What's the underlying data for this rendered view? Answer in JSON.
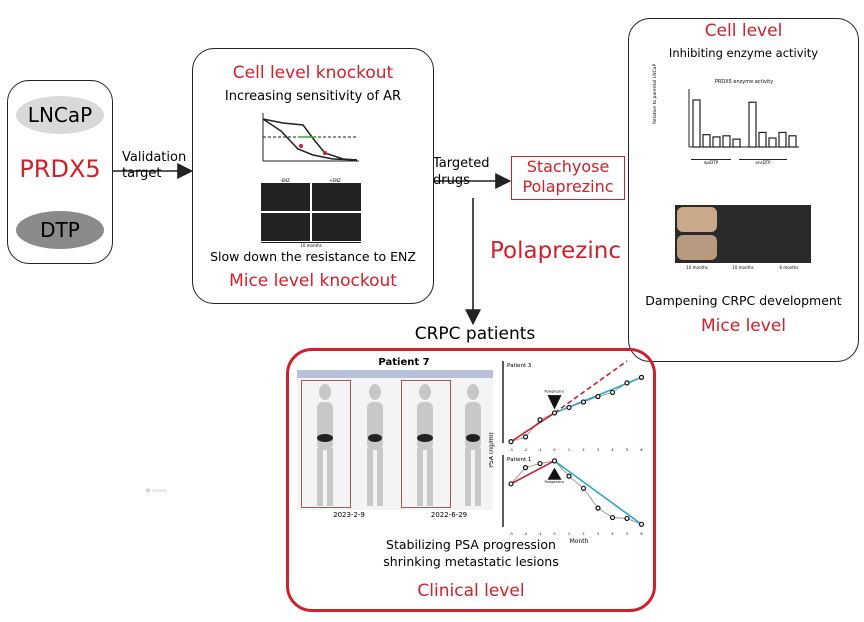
{
  "left": {
    "top_cell": "LNCaP",
    "gene": "PRDX5",
    "bottom_cell": "DTP"
  },
  "arrow1_label": "Validation\ntarget",
  "middle": {
    "title_top": "Cell level knockout",
    "subtitle_top": "Increasing sensitivity of AR",
    "subtitle_bottom": "Slow down the resistance to ENZ",
    "title_bottom": "Mice level knockout",
    "panel_labels": [
      "-ENZ",
      "+ENZ"
    ],
    "panel_footer": "10 months"
  },
  "arrow2_label": "Targeted\ndrugs",
  "drug_box": {
    "line1": "Stachyose",
    "line2": "Polaprezinc"
  },
  "drug_main": "Polaprezinc",
  "crpc_label": "CRPC patients",
  "right": {
    "title_top": "Cell level",
    "subtitle_top": "Inhibiting enzyme activity",
    "chart_title": "PRDX5 enzyme activity",
    "chart_ylabel": "Relative to parental LNCaP",
    "group_labels": [
      "epiDTP",
      "ensDTP"
    ],
    "bar_values": [
      4.2,
      1.1,
      0.9,
      1.0,
      0.7,
      4.0,
      1.3,
      0.8,
      1.3,
      1.0
    ],
    "mouse_labels": [
      "10 months",
      "10 months",
      "6 months"
    ],
    "subtitle_bottom": "Dampening CRPC development",
    "title_bottom": "Mice level"
  },
  "clinical": {
    "scan_title": "Patient 7",
    "scan_dates": [
      "2023-2-9",
      "2022-6-29"
    ],
    "caption_line1": "Stabilizing PSA progression",
    "caption_line2": "shrinking metastatic lesions",
    "title": "Clinical level",
    "psa": {
      "ylabel": "PSA (ng/ml)",
      "xlabel": "Month",
      "marker_label": "Polaprezinc",
      "months": [
        -3,
        -2,
        -1,
        0,
        1,
        2,
        3,
        4,
        5,
        6
      ],
      "patients": [
        {
          "name": "Patient 3",
          "values": [
            0.2,
            0.9,
            3.4,
            4.4,
            5.2,
            6.0,
            6.8,
            7.4,
            8.8,
            9.6
          ],
          "ylim": [
            0,
            12
          ]
        },
        {
          "name": "Patient 1",
          "values": [
            0.96,
            1.32,
            1.41,
            1.47,
            1.13,
            0.86,
            0.42,
            0.21,
            0.19,
            0.06
          ],
          "ylim": [
            0,
            1.6
          ]
        }
      ]
    }
  },
  "colors": {
    "accent": "#d0202a",
    "trend_after": "#2aa7c9",
    "trend_before": "#c8202a"
  }
}
